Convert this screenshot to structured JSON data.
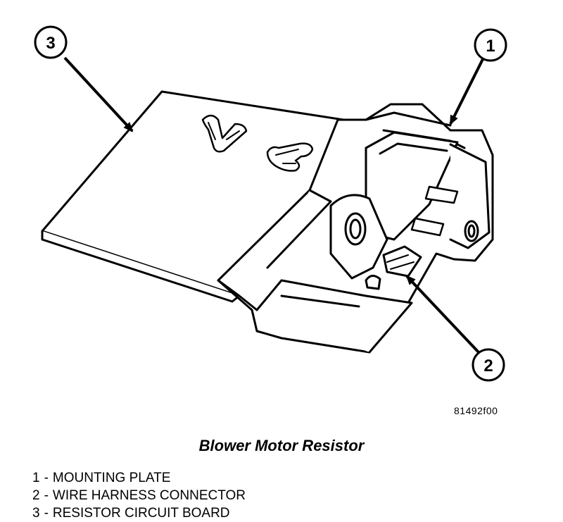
{
  "callouts": [
    {
      "number": "1"
    },
    {
      "number": "2"
    },
    {
      "number": "3"
    }
  ],
  "figure_id": "81492f00",
  "caption": "Blower Motor Resistor",
  "legend": [
    {
      "number": "1",
      "label": "MOUNTING PLATE"
    },
    {
      "number": "2",
      "label": "WIRE HARNESS CONNECTOR"
    },
    {
      "number": "3",
      "label": "RESISTOR CIRCUIT BOARD"
    }
  ]
}
